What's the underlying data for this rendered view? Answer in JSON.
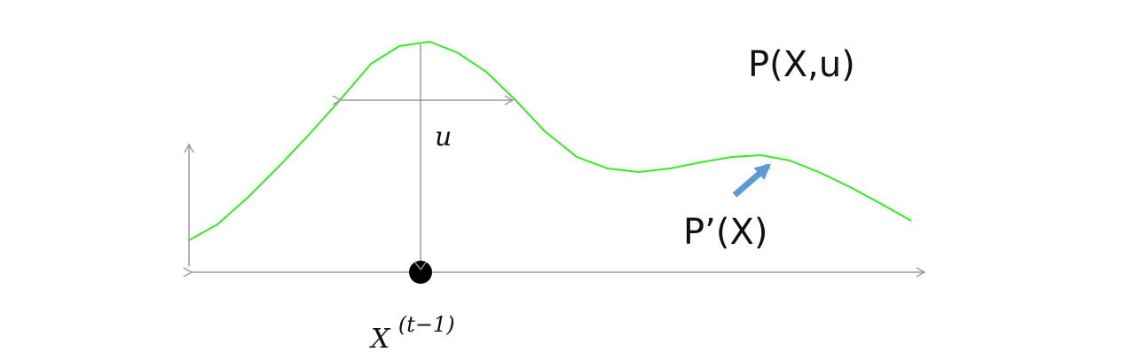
{
  "labels": {
    "joint": "P(X,u)",
    "marginal": "P’(X)",
    "width_symbol": "u",
    "point_base": "X",
    "point_superscript": "(t−1)"
  },
  "colors": {
    "curve": "#33ee22",
    "axis": "#9a9a9a",
    "arrow": "#5b9bd5",
    "point": "#000000",
    "text": "#111111"
  }
}
